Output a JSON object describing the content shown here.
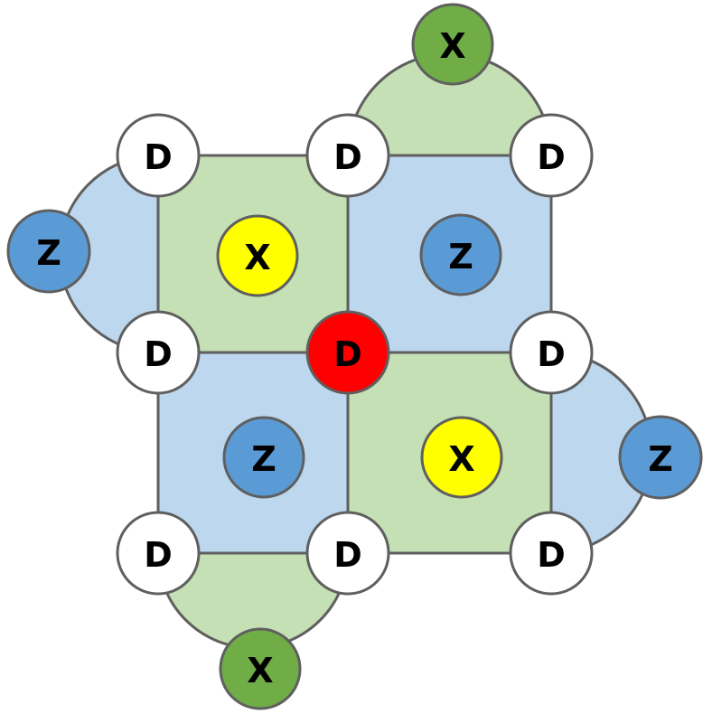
{
  "diagram": {
    "title": "",
    "colors": {
      "stroke": "#5f5f5f",
      "x_plaquette_fill": "#c5e0b4",
      "z_plaquette_fill": "#bdd7ee",
      "x_stabilizer_inner": "#ffff00",
      "x_stabilizer_boundary": "#70ad47",
      "z_stabilizer": "#5b9bd5",
      "data_qubit": "#ffffff",
      "highlighted_data_qubit": "#ff0000"
    },
    "plaquettes": [
      {
        "type": "X",
        "shape": "square",
        "region": "top-left"
      },
      {
        "type": "Z",
        "shape": "square",
        "region": "top-right"
      },
      {
        "type": "Z",
        "shape": "square",
        "region": "bottom-left"
      },
      {
        "type": "X",
        "shape": "square",
        "region": "bottom-right"
      },
      {
        "type": "Z",
        "shape": "semicircle",
        "region": "left"
      },
      {
        "type": "X",
        "shape": "semicircle",
        "region": "top"
      },
      {
        "type": "Z",
        "shape": "semicircle",
        "region": "right"
      },
      {
        "type": "X",
        "shape": "semicircle",
        "region": "bottom"
      }
    ],
    "data_qubits": [
      {
        "label": "D",
        "row": 0,
        "col": 0,
        "highlighted": false
      },
      {
        "label": "D",
        "row": 0,
        "col": 1,
        "highlighted": false
      },
      {
        "label": "D",
        "row": 0,
        "col": 2,
        "highlighted": false
      },
      {
        "label": "D",
        "row": 1,
        "col": 0,
        "highlighted": false
      },
      {
        "label": "D",
        "row": 1,
        "col": 1,
        "highlighted": true
      },
      {
        "label": "D",
        "row": 1,
        "col": 2,
        "highlighted": false
      },
      {
        "label": "D",
        "row": 2,
        "col": 0,
        "highlighted": false
      },
      {
        "label": "D",
        "row": 2,
        "col": 1,
        "highlighted": false
      },
      {
        "label": "D",
        "row": 2,
        "col": 2,
        "highlighted": false
      }
    ],
    "stabilizers": [
      {
        "label": "X",
        "position": "top-left-square",
        "style": "inner"
      },
      {
        "label": "Z",
        "position": "top-right-square",
        "style": "inner"
      },
      {
        "label": "Z",
        "position": "bottom-left-square",
        "style": "inner"
      },
      {
        "label": "X",
        "position": "bottom-right-square",
        "style": "inner"
      },
      {
        "label": "Z",
        "position": "left-boundary",
        "style": "boundary"
      },
      {
        "label": "X",
        "position": "top-boundary",
        "style": "boundary"
      },
      {
        "label": "Z",
        "position": "right-boundary",
        "style": "boundary"
      },
      {
        "label": "X",
        "position": "bottom-boundary",
        "style": "boundary"
      }
    ]
  }
}
